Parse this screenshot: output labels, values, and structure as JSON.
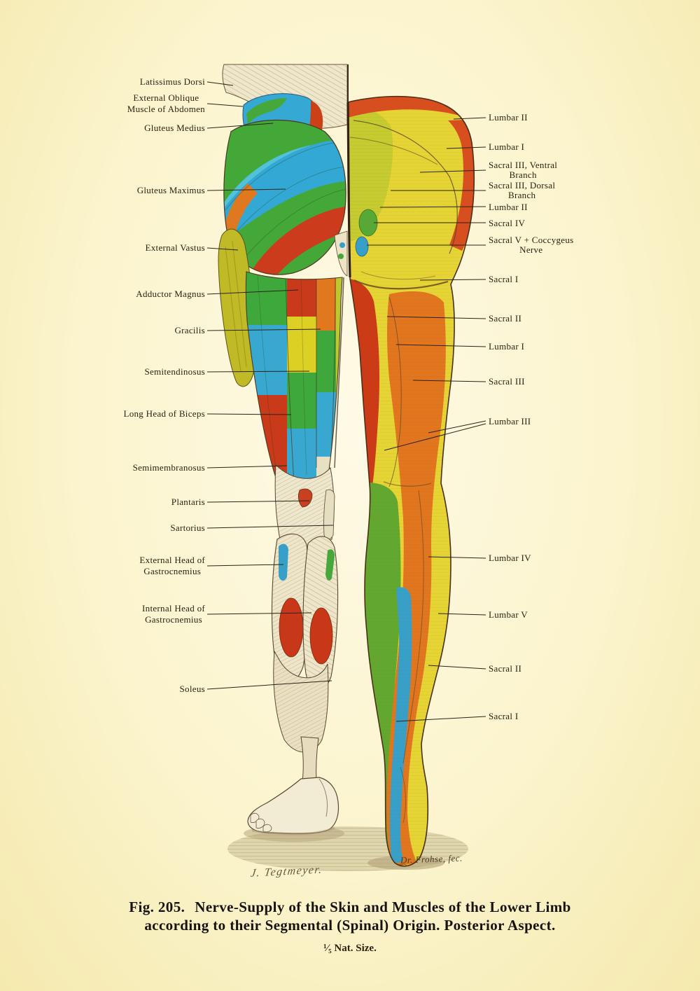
{
  "figure": {
    "left_labels": [
      "Latissimus Dorsi",
      "External Oblique\nMuscle of Abdomen",
      "Gluteus Medius",
      "Gluteus Maximus",
      "External Vastus",
      "Adductor Magnus",
      "Gracilis",
      "Semitendinosus",
      "Long Head of Biceps",
      "Semimembranosus",
      "Plantaris",
      "Sartorius",
      "External Head of\nGastrocnemius",
      "Internal Head of\nGastrocnemius",
      "Soleus"
    ],
    "right_labels": [
      "Lumbar II",
      "Lumbar I",
      "Sacral III, Ventral\nBranch",
      "Sacral III, Dorsal\nBranch",
      "Lumbar II",
      "Sacral IV",
      "Sacral V + Coccygeus\nNerve",
      "Sacral I",
      "Sacral II",
      "Lumbar I",
      "Sacral III",
      "Lumbar III",
      "Lumbar IV",
      "Lumbar V",
      "Sacral II",
      "Sacral I"
    ],
    "caption": {
      "fig_no": "Fig. 205.",
      "line1": "Nerve-Supply of the Skin and Muscles of the Lower Limb",
      "line2": "according to their Segmental (Spinal) Origin.  Posterior Aspect."
    },
    "scale_note": "¹⁄₅ Nat. Size.",
    "signatures": {
      "left": "J. Tegtmeyer.",
      "right": "Dr. Frohse, fec."
    },
    "palette": {
      "background": "#fbf4cd",
      "yellow": "#e6d434",
      "orange": "#e2761e",
      "red": "#cc3a16",
      "green": "#5ea832",
      "blue": "#38a0c8",
      "outline": "#4a3018"
    }
  }
}
